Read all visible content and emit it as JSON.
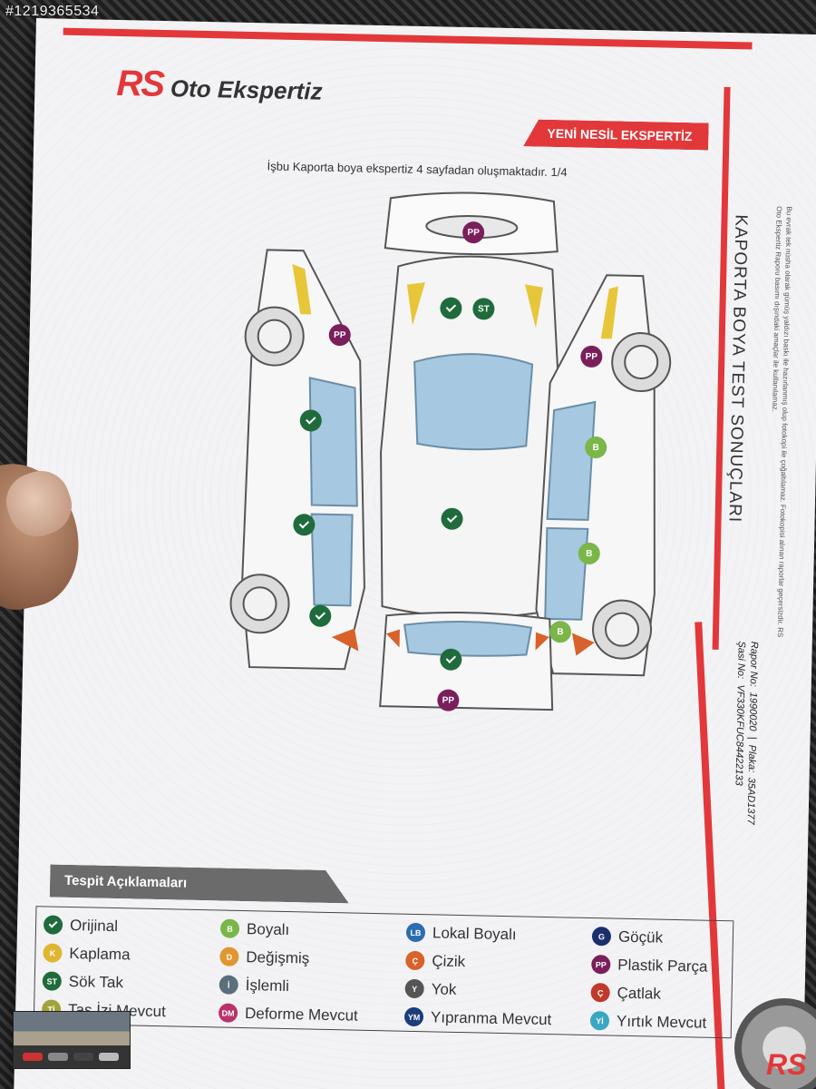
{
  "watermark": "#1219365534",
  "brand": {
    "rs": "RS",
    "name": "Oto Ekspertiz",
    "slogan": "YENİ NESİL EKSPERTİZ"
  },
  "document": {
    "intro": "İşbu Kaporta boya ekspertiz 4 sayfadan oluşmaktadır. 1/4",
    "side_title": "KAPORTA BOYA TEST SONUÇLARI",
    "side_note": "Bu evrak tek nüsha olarak gümüş yaldızı baskı ile hazırlanmış olup fotokopi ile çoğaltılamaz. Fotokopisi alınan raporlar geçersizdir. RS Oto Ekspertiz Raporu basımı dışındaki amaçlar ile kullanılamaz.",
    "rapor_label": "Rapor No:",
    "rapor_no": "1990020",
    "plaka_label": "Plaka:",
    "plaka": "35AD1377",
    "sasi_label": "Şasi No:",
    "sasi": "VF330KFUC84422133"
  },
  "panels": {
    "front_bumper": "PP",
    "hood_st": "ST",
    "left_front_fender": "PP",
    "right_front_fender": "PP",
    "right_front_door": "B",
    "right_rear_door": "B",
    "right_rear_fender": "B",
    "rear_bumper": "PP"
  },
  "legend": {
    "title": "Tespit Açıklamaları",
    "items": [
      {
        "code": "",
        "label": "Orijinal",
        "color": "#1f6b3b"
      },
      {
        "code": "B",
        "label": "Boyalı",
        "color": "#7ab648"
      },
      {
        "code": "LB",
        "label": "Lokal Boyalı",
        "color": "#2b6cb0"
      },
      {
        "code": "G",
        "label": "Göçük",
        "color": "#1a2f6b"
      },
      {
        "code": "K",
        "label": "Kaplama",
        "color": "#e0b531"
      },
      {
        "code": "D",
        "label": "Değişmiş",
        "color": "#e09631"
      },
      {
        "code": "Ç",
        "label": "Çizik",
        "color": "#d8622a"
      },
      {
        "code": "PP",
        "label": "Plastik Parça",
        "color": "#7a1f5c"
      },
      {
        "code": "ST",
        "label": "Sök Tak",
        "color": "#1f6b3b"
      },
      {
        "code": "İ",
        "label": "İşlemli",
        "color": "#5a6e7c"
      },
      {
        "code": "Y",
        "label": "Yok",
        "color": "#555555"
      },
      {
        "code": "Ç",
        "label": "Çatlak",
        "color": "#c0392b"
      },
      {
        "code": "Tİ",
        "label": "Taş İzi Mevcut",
        "color": "#a3a23a"
      },
      {
        "code": "DM",
        "label": "Deforme Mevcut",
        "color": "#b8336a"
      },
      {
        "code": "YM",
        "label": "Yıpranma Mevcut",
        "color": "#1a3d7c"
      },
      {
        "code": "Yİ",
        "label": "Yırtık Mevcut",
        "color": "#3aa6c4"
      }
    ]
  }
}
